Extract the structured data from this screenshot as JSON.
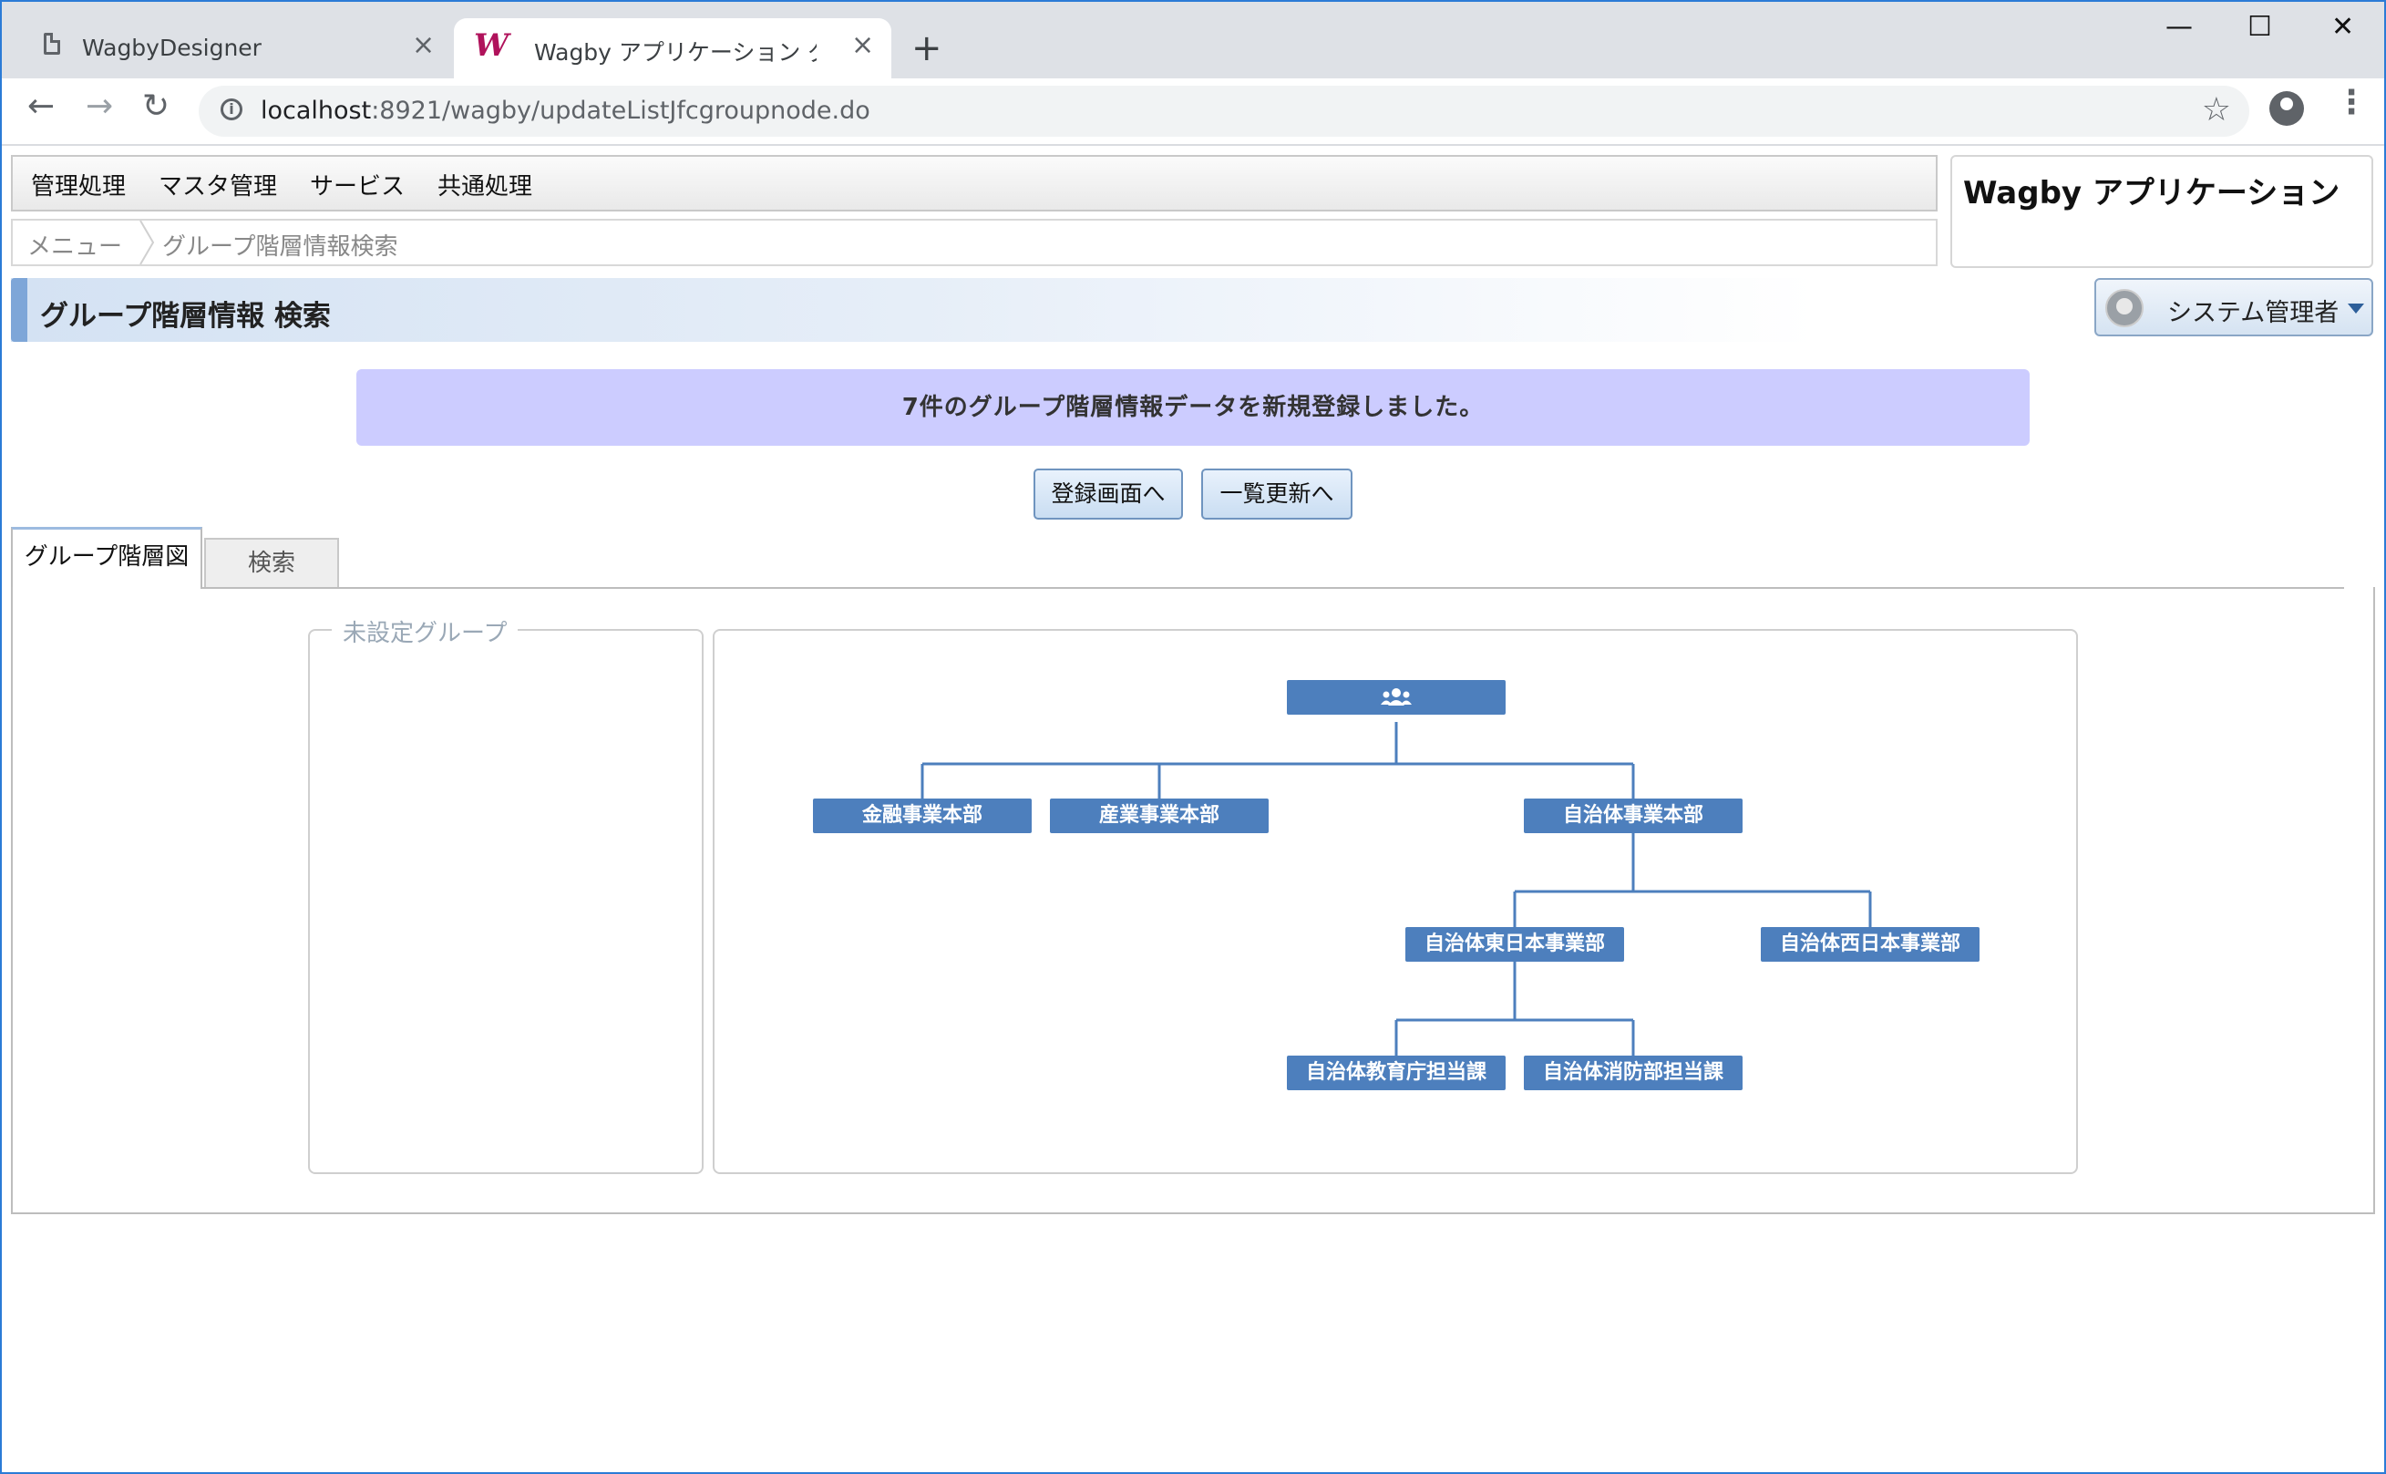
{
  "browser": {
    "tabs": [
      {
        "title": "WagbyDesigner"
      },
      {
        "title": "Wagby アプリケーション グループ階層"
      }
    ],
    "close_glyph": "×",
    "new_tab_glyph": "+",
    "url_host": "localhost",
    "url_rest": ":8921/wagby/updateListJfcgroupnode.do",
    "nav": {
      "back": "←",
      "forward": "→",
      "reload": "↻"
    },
    "window": {
      "minimize": "—",
      "maximize": "☐",
      "close": "✕"
    },
    "star_glyph": "☆",
    "menu_glyph": "⋮"
  },
  "app": {
    "menu": [
      "管理処理",
      "マスタ管理",
      "サービス",
      "共通処理"
    ],
    "breadcrumb": [
      "メニュー",
      "グループ階層情報検索"
    ],
    "app_title": "Wagby アプリケーション",
    "page_title": "グループ階層情報 検索",
    "user_name": "システム管理者",
    "message": "7件のグループ階層情報データを新規登録しました。",
    "buttons": {
      "register": "登録画面へ",
      "update": "一覧更新へ"
    },
    "view_tabs": {
      "diagram": "グループ階層図",
      "search": "検索"
    },
    "unassigned_legend": "未設定グループ",
    "colors": {
      "node": "#4d7fbd",
      "message_bg": "#ccccff",
      "tree_line": "#4d7fbd"
    }
  },
  "tree": {
    "root_icon": "group-icon",
    "root": "",
    "level1": [
      "金融事業本部",
      "産業事業本部",
      "自治体事業本部"
    ],
    "level2": [
      "自治体東日本事業部",
      "自治体西日本事業部"
    ],
    "level3": [
      "自治体教育庁担当課",
      "自治体消防部担当課"
    ]
  }
}
